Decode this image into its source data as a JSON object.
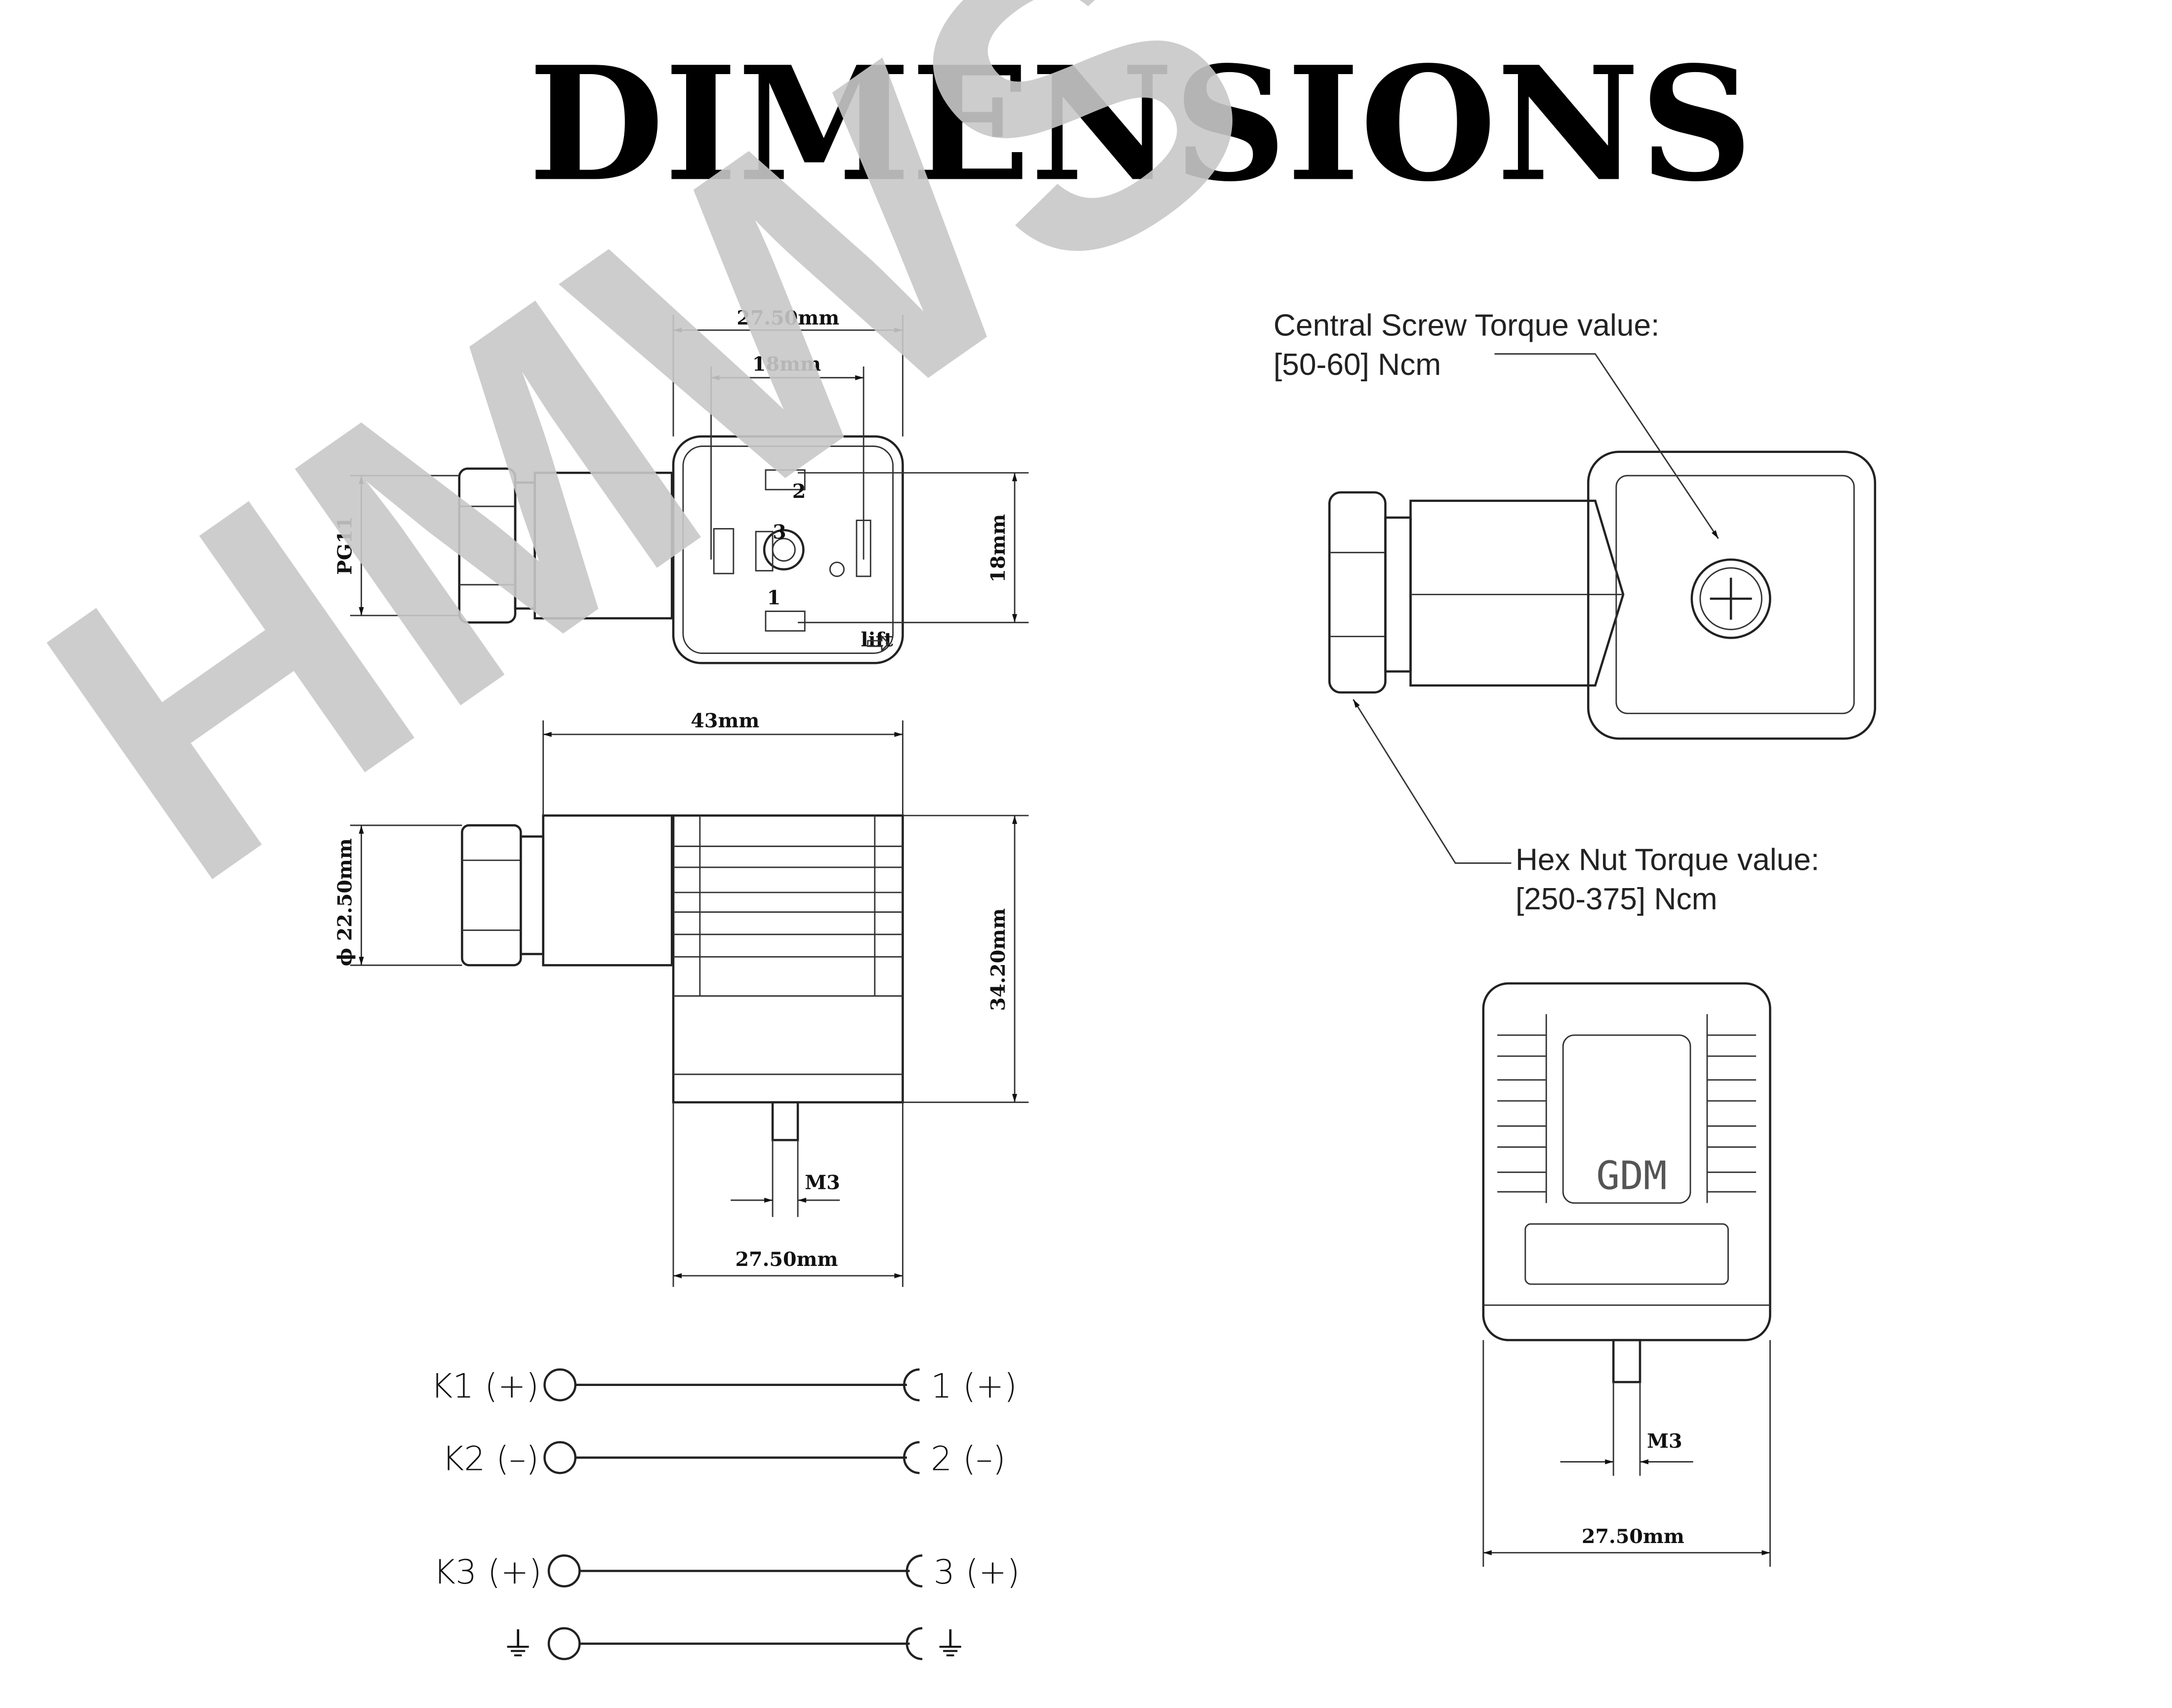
{
  "title": "DIMENSIONS",
  "watermark": "HMWS",
  "top_view": {
    "width_outer": "27.50mm",
    "width_inner": "18mm",
    "height": "18mm",
    "thread": "PG11",
    "pin_labels": [
      "1",
      "2",
      "3"
    ],
    "marking": "lift"
  },
  "side_view": {
    "length": "43mm",
    "height": "34.20mm",
    "diameter": "ϕ 22.50mm",
    "screw": "M3",
    "width": "27.50mm"
  },
  "iso_view": {
    "screw_torque_line1": "Central Screw Torque value:",
    "screw_torque_line2": "[50-60] Ncm",
    "nut_torque_line1": "Hex Nut Torque value:",
    "nut_torque_line2": "[250-375] Ncm"
  },
  "front_view": {
    "brand": "GDM",
    "screw": "M3",
    "width": "27.50mm"
  },
  "wiring": [
    {
      "left": "K1 (+)",
      "right": "1 (+)"
    },
    {
      "left": "K2 (–)",
      "right": "2 (–)"
    },
    {
      "left": "K3 (+)",
      "right": "3 (+)"
    },
    {
      "left": "⏚",
      "right": "⏚"
    }
  ]
}
